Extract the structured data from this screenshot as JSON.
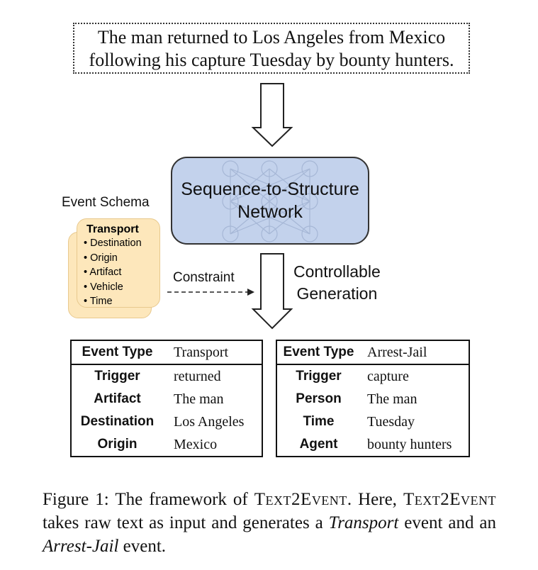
{
  "input_sentence": {
    "line1": "The man returned to Los Angeles from Mexico",
    "line2": "following his capture Tuesday by bounty hunters."
  },
  "network": {
    "line1": "Sequence-to-Structure",
    "line2": "Network"
  },
  "event_schema": {
    "title": "Event Schema",
    "event_type": "Transport",
    "roles": [
      "Destination",
      "Origin",
      "Artifact",
      "Vehicle",
      "Time"
    ]
  },
  "constraint_label": "Constraint",
  "controllable_generation": {
    "line1": "Controllable",
    "line2": "Generation"
  },
  "tables": [
    {
      "header": {
        "role": "Event Type",
        "value": "Transport"
      },
      "rows": [
        {
          "role": "Trigger",
          "value": "returned"
        },
        {
          "role": "Artifact",
          "value": "The man"
        },
        {
          "role": "Destination",
          "value": "Los Angeles"
        },
        {
          "role": "Origin",
          "value": "Mexico"
        }
      ]
    },
    {
      "header": {
        "role": "Event Type",
        "value": "Arrest-Jail"
      },
      "rows": [
        {
          "role": "Trigger",
          "value": "capture"
        },
        {
          "role": "Person",
          "value": "The man"
        },
        {
          "role": "Time",
          "value": "Tuesday"
        },
        {
          "role": "Agent",
          "value": "bounty hunters"
        }
      ]
    }
  ],
  "caption": {
    "label": "Figure 1:",
    "t1": "The framework of",
    "name": "Text2Event",
    "t2": ". Here,",
    "t3": "takes raw text as input and generates a",
    "transport": "Transport",
    "t4": "event and an",
    "arrest": "Arrest-Jail",
    "t5": "event."
  },
  "colors": {
    "network_fill": "#c3d2ec",
    "network_stroke": "#333333",
    "schema_card_fill": "#fde7bb",
    "schema_card_stroke": "#e8c98e"
  }
}
